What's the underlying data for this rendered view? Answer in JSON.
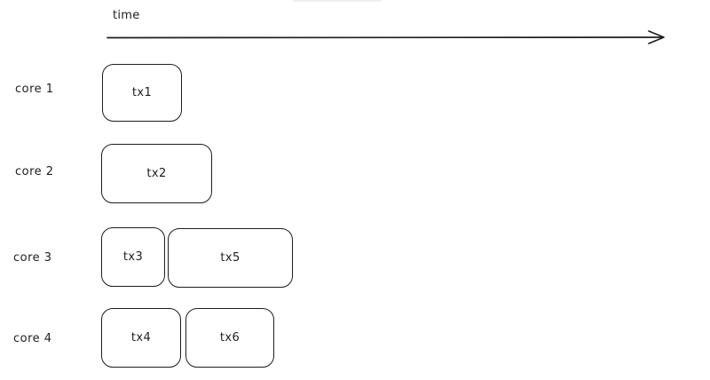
{
  "axis": {
    "label": "time"
  },
  "lanes": [
    {
      "label": "core 1",
      "tasks": [
        "tx1"
      ]
    },
    {
      "label": "core 2",
      "tasks": [
        "tx2"
      ]
    },
    {
      "label": "core 3",
      "tasks": [
        "tx3",
        "tx5"
      ]
    },
    {
      "label": "core 4",
      "tasks": [
        "tx4",
        "tx6"
      ]
    }
  ],
  "colors": {
    "stroke": "#1e1e1e",
    "background": "#ffffff"
  }
}
